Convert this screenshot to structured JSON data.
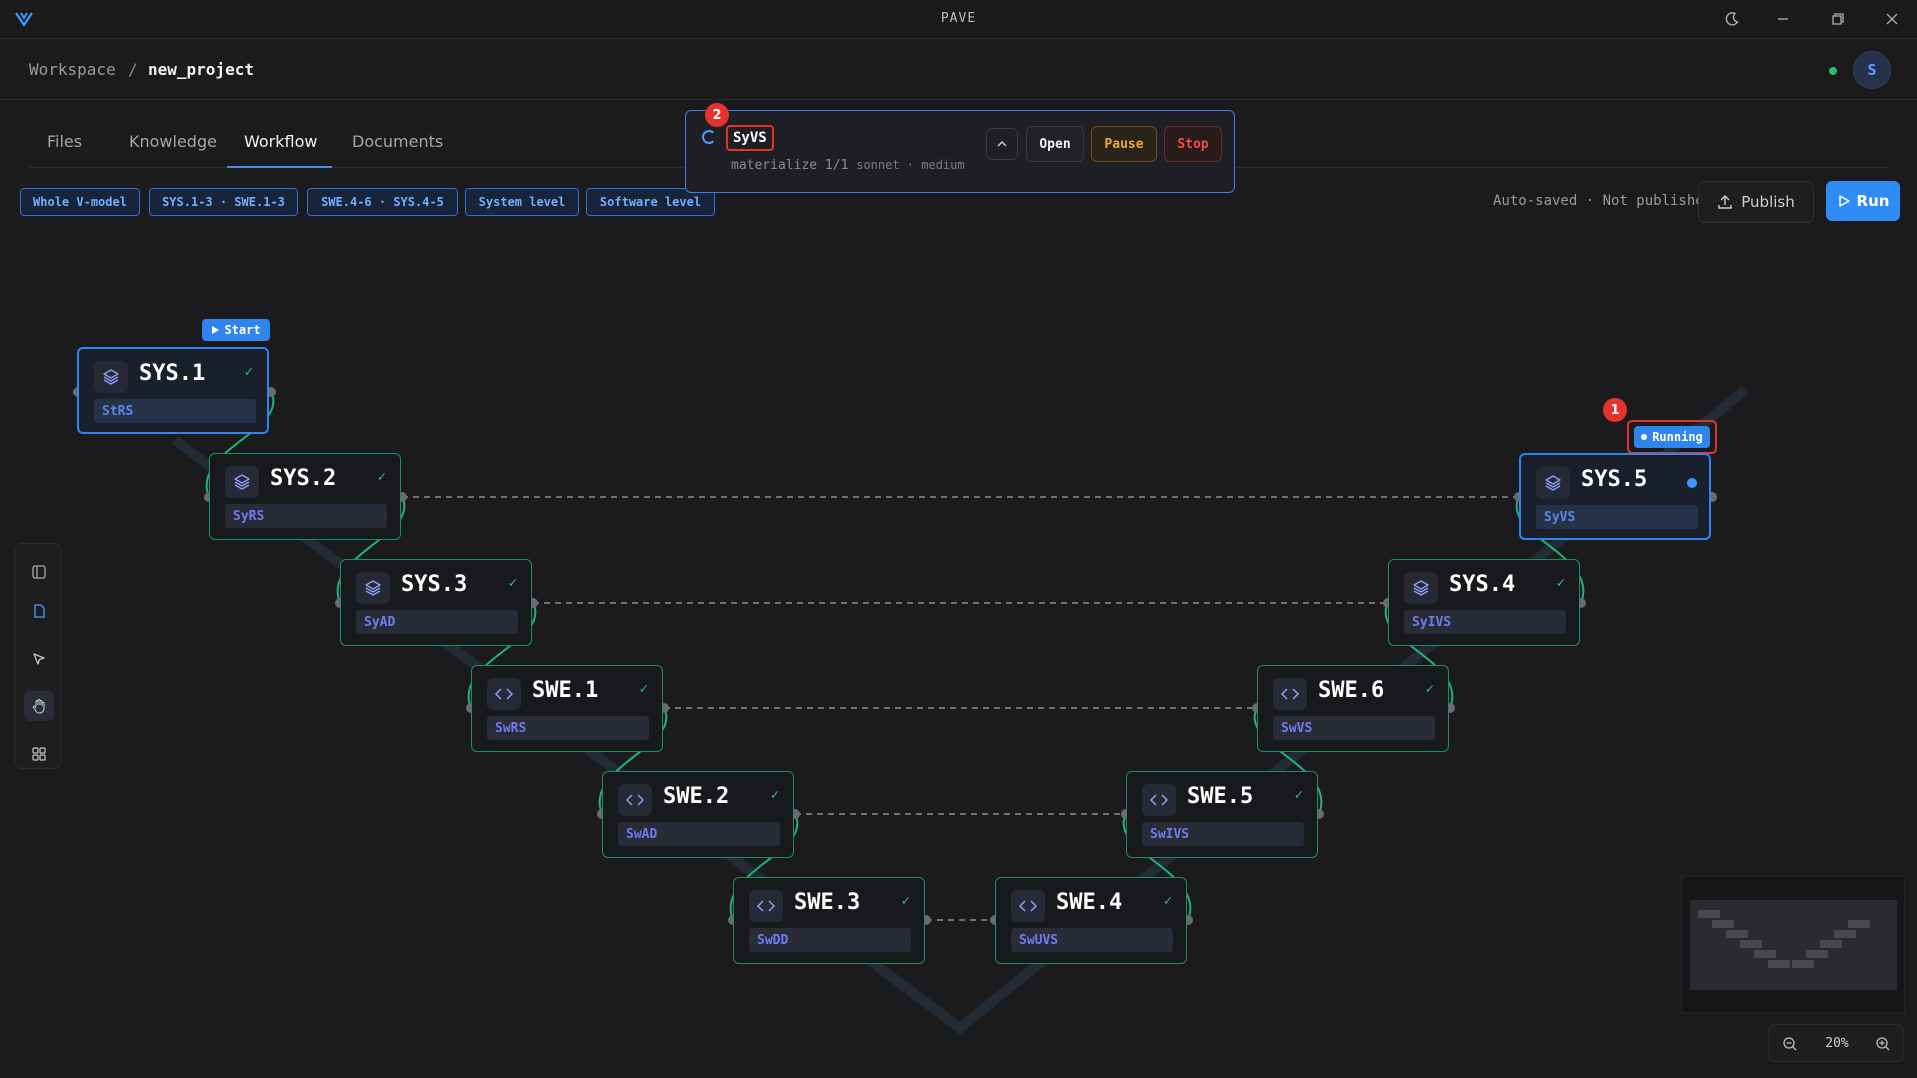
{
  "app": {
    "title": "PAVE"
  },
  "breadcrumb": {
    "workspace": "Workspace",
    "separator": "/",
    "project": "new_project"
  },
  "user": {
    "initial": "S",
    "online": true
  },
  "tabs": [
    {
      "label": "Files",
      "active": false
    },
    {
      "label": "Knowledge",
      "active": false
    },
    {
      "label": "Workflow",
      "active": true
    },
    {
      "label": "Documents",
      "active": false
    }
  ],
  "filters": [
    {
      "label": "Whole V-model"
    },
    {
      "label": "SYS.1-3 · SWE.1-3"
    },
    {
      "label": "SWE.4-6 · SYS.4-5"
    },
    {
      "label": "System level"
    },
    {
      "label": "Software level"
    }
  ],
  "toolbar": {
    "autosave_status": "Auto-saved · Not published",
    "publish_label": "Publish",
    "run_label": "Run"
  },
  "run_popover": {
    "stage_name": "SyVS",
    "task": "materialize 1/1",
    "model_info": "sonnet · medium",
    "open_label": "Open",
    "pause_label": "Pause",
    "stop_label": "Stop",
    "marker": "2"
  },
  "canvas": {
    "start_label": "Start",
    "running_label": "Running",
    "running_marker": "1",
    "nodes": [
      {
        "id": "SYS.1",
        "subtitle": "StRS",
        "type": "system",
        "status": "done",
        "highlighted": true
      },
      {
        "id": "SYS.2",
        "subtitle": "SyRS",
        "type": "system",
        "status": "done"
      },
      {
        "id": "SYS.3",
        "subtitle": "SyAD",
        "type": "system",
        "status": "done"
      },
      {
        "id": "SWE.1",
        "subtitle": "SwRS",
        "type": "software",
        "status": "done"
      },
      {
        "id": "SWE.2",
        "subtitle": "SwAD",
        "type": "software",
        "status": "done"
      },
      {
        "id": "SWE.3",
        "subtitle": "SwDD",
        "type": "software",
        "status": "done"
      },
      {
        "id": "SWE.4",
        "subtitle": "SwUVS",
        "type": "software",
        "status": "done"
      },
      {
        "id": "SWE.5",
        "subtitle": "SwIVS",
        "type": "software",
        "status": "done"
      },
      {
        "id": "SWE.6",
        "subtitle": "SwVS",
        "type": "software",
        "status": "done"
      },
      {
        "id": "SYS.4",
        "subtitle": "SyIVS",
        "type": "system",
        "status": "done"
      },
      {
        "id": "SYS.5",
        "subtitle": "SyVS",
        "type": "system",
        "status": "running",
        "highlighted": true
      }
    ],
    "check_glyph": "✓"
  },
  "zoom": {
    "level": "20%"
  },
  "colors": {
    "accent": "#2f84ee",
    "done_border": "#1c8f62",
    "marker": "#e5322d",
    "pause": "#f0a93b",
    "stop": "#f04b4b"
  }
}
